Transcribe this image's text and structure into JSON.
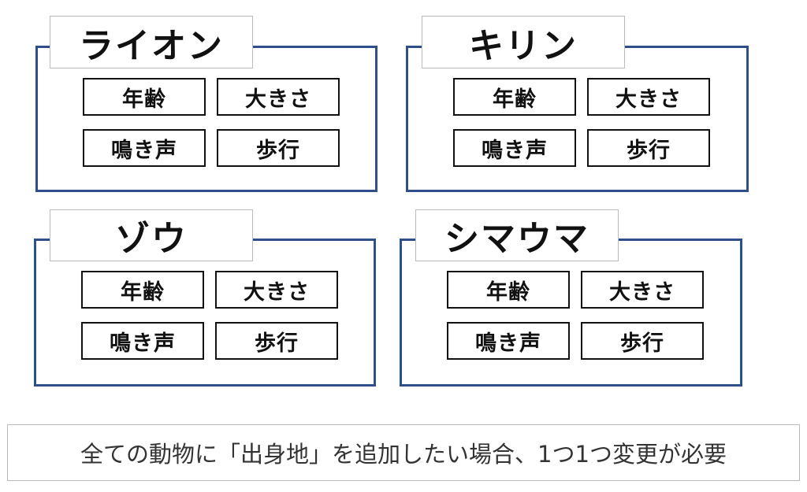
{
  "animals": [
    {
      "name": "ライオン",
      "attributes": [
        "年齢",
        "大きさ",
        "鳴き声",
        "歩行"
      ]
    },
    {
      "name": "キリン",
      "attributes": [
        "年齢",
        "大きさ",
        "鳴き声",
        "歩行"
      ]
    },
    {
      "name": "ゾウ",
      "attributes": [
        "年齢",
        "大きさ",
        "鳴き声",
        "歩行"
      ]
    },
    {
      "name": "シマウマ",
      "attributes": [
        "年齢",
        "大きさ",
        "鳴き声",
        "歩行"
      ]
    }
  ],
  "note": "全ての動物に「出身地」を追加したい場合、1つ1つ変更が必要",
  "colors": {
    "card_border": "#2f4f8a",
    "box_border": "#111111",
    "tab_border": "#bcbcbc"
  }
}
